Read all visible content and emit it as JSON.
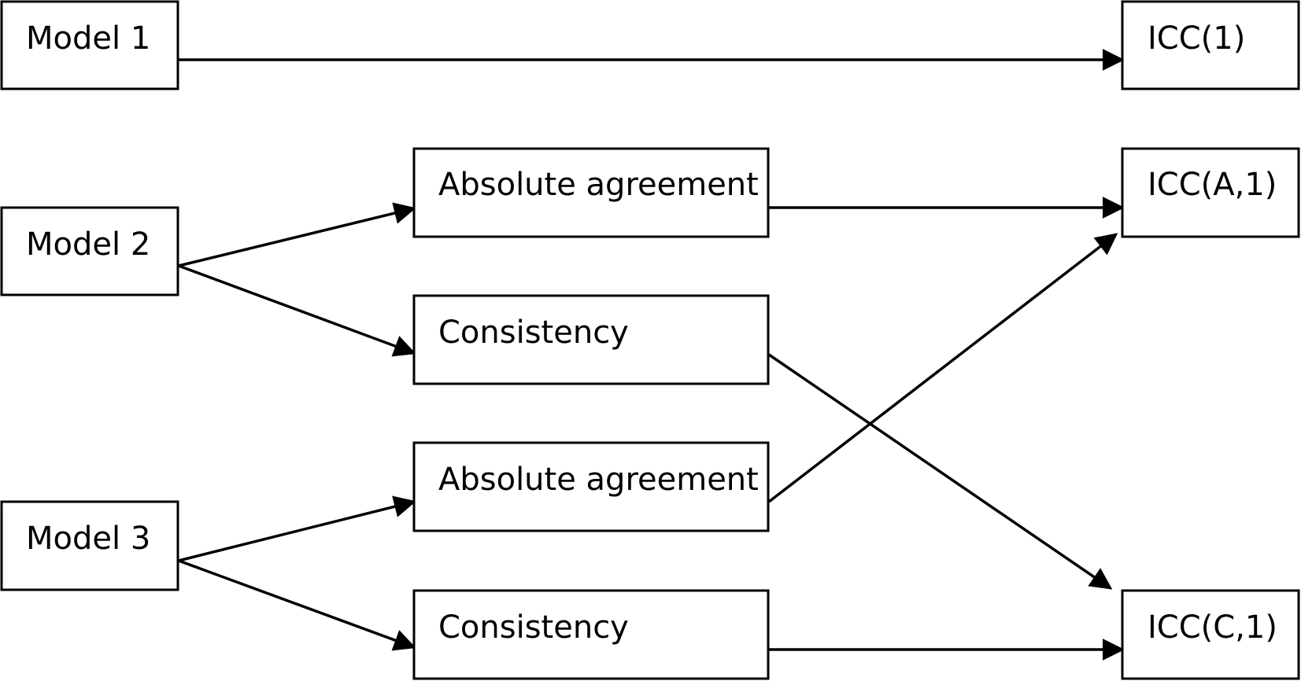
{
  "diagram": {
    "nodes": {
      "model1": "Model 1",
      "model2": "Model 2",
      "model3": "Model 3",
      "m2_absolute": "Absolute agreement",
      "m2_consistency": "Consistency",
      "m3_absolute": "Absolute agreement",
      "m3_consistency": "Consistency",
      "icc1": "ICC(1)",
      "icca1": "ICC(A,1)",
      "iccc1": "ICC(C,1)"
    },
    "edges": [
      {
        "from": "model1",
        "to": "icc1"
      },
      {
        "from": "model2",
        "to": "m2_absolute"
      },
      {
        "from": "model2",
        "to": "m2_consistency"
      },
      {
        "from": "model3",
        "to": "m3_absolute"
      },
      {
        "from": "model3",
        "to": "m3_consistency"
      },
      {
        "from": "m2_absolute",
        "to": "icca1"
      },
      {
        "from": "m2_consistency",
        "to": "iccc1"
      },
      {
        "from": "m3_absolute",
        "to": "icca1"
      },
      {
        "from": "m3_consistency",
        "to": "iccc1"
      }
    ]
  }
}
